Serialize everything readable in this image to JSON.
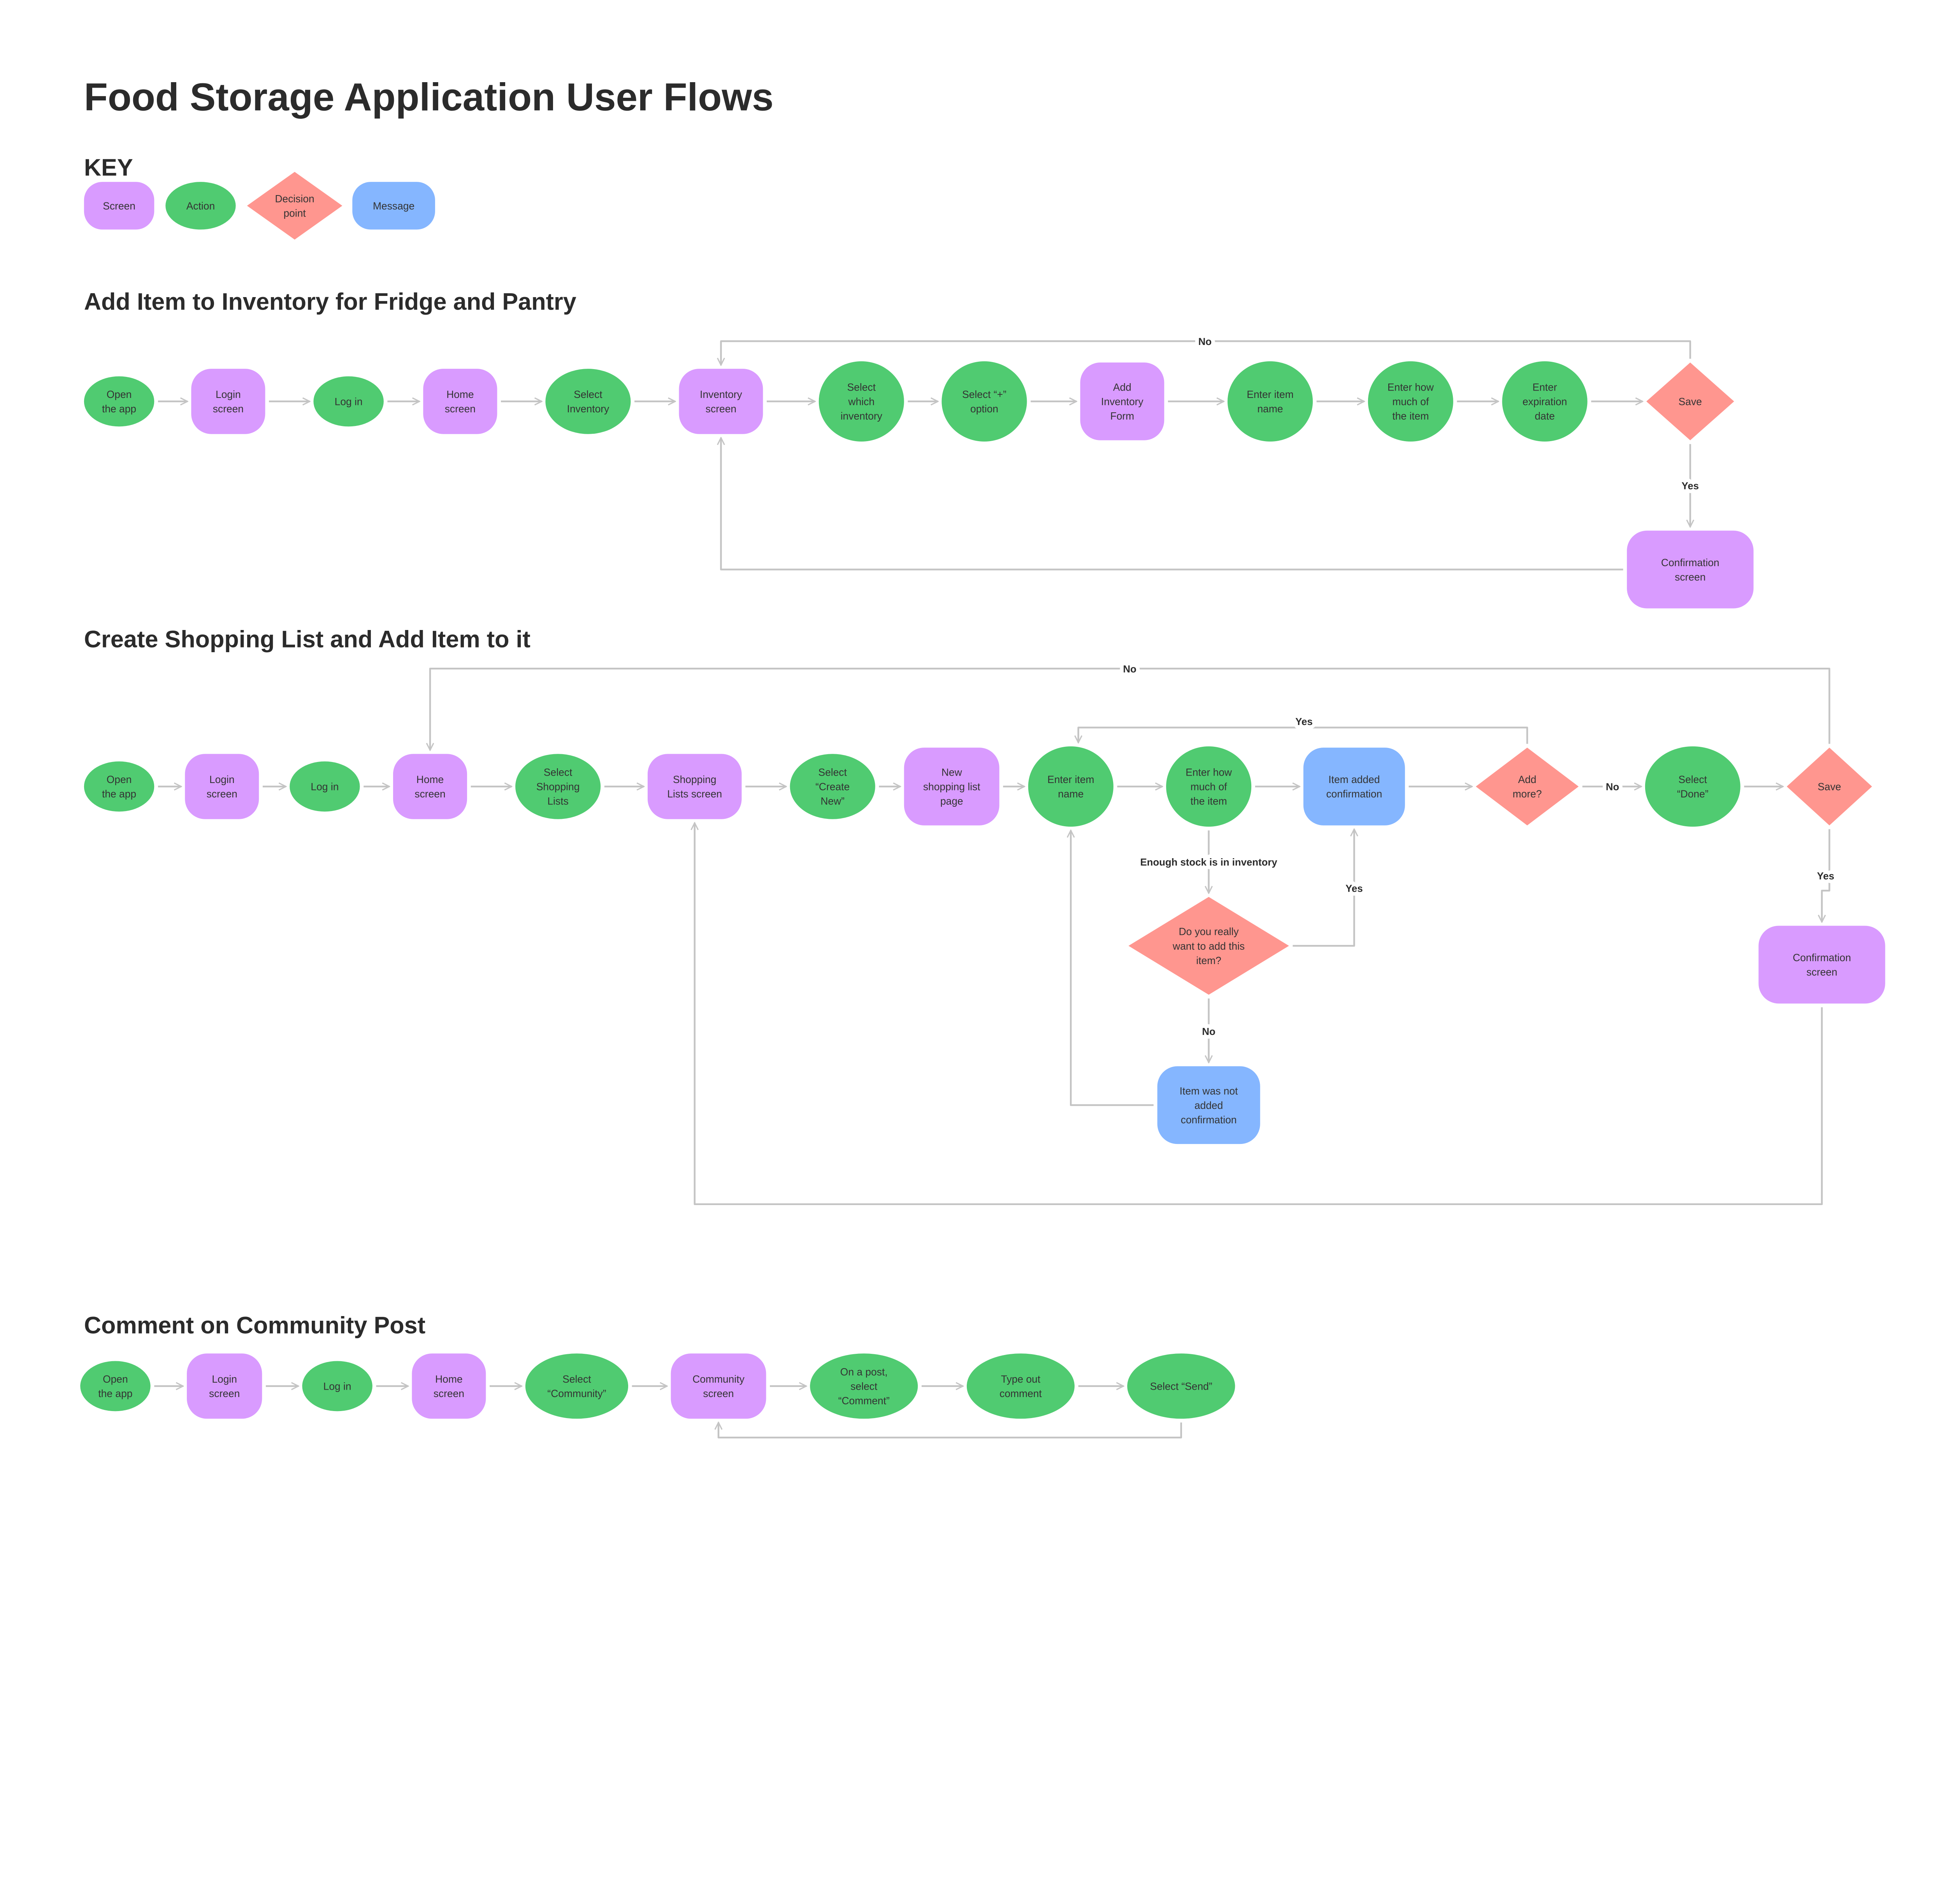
{
  "title": "Food Storage Application User Flows",
  "key": {
    "heading": "KEY",
    "items": [
      {
        "id": "k1",
        "type": "screen",
        "lines": [
          "Screen"
        ]
      },
      {
        "id": "k2",
        "type": "action",
        "lines": [
          "Action"
        ]
      },
      {
        "id": "k3",
        "type": "decision",
        "lines": [
          "Decision",
          "point"
        ]
      },
      {
        "id": "k4",
        "type": "message",
        "lines": [
          "Message"
        ]
      }
    ]
  },
  "colors": {
    "screen": "#D99BFF",
    "action": "#50CB71",
    "decision": "#FF968F",
    "message": "#85B6FF",
    "connector": "#C4C4C4",
    "text": "#333333"
  },
  "flows": [
    {
      "title": "Add Item to Inventory for Fridge and Pantry",
      "nodes": [
        {
          "id": "a1",
          "type": "action",
          "lines": [
            "Open",
            "the app"
          ]
        },
        {
          "id": "a2",
          "type": "screen",
          "lines": [
            "Login",
            "screen"
          ]
        },
        {
          "id": "a3",
          "type": "action",
          "lines": [
            "Log in"
          ]
        },
        {
          "id": "a4",
          "type": "screen",
          "lines": [
            "Home",
            "screen"
          ]
        },
        {
          "id": "a5",
          "type": "action",
          "lines": [
            "Select",
            "Inventory"
          ]
        },
        {
          "id": "a6",
          "type": "screen",
          "lines": [
            "Inventory",
            "screen"
          ]
        },
        {
          "id": "a7",
          "type": "action",
          "lines": [
            "Select",
            "which",
            "inventory"
          ]
        },
        {
          "id": "a8",
          "type": "action",
          "lines": [
            "Select “+”",
            "option"
          ]
        },
        {
          "id": "a9",
          "type": "screen",
          "lines": [
            "Add",
            "Inventory",
            "Form"
          ]
        },
        {
          "id": "a10",
          "type": "action",
          "lines": [
            "Enter item",
            "name"
          ]
        },
        {
          "id": "a11",
          "type": "action",
          "lines": [
            "Enter how",
            "much of",
            "the item"
          ]
        },
        {
          "id": "a12",
          "type": "action",
          "lines": [
            "Enter",
            "expiration",
            "date"
          ]
        },
        {
          "id": "a13",
          "type": "decision",
          "lines": [
            "Save"
          ]
        },
        {
          "id": "a14",
          "type": "screen",
          "lines": [
            "Confirmation",
            "screen"
          ]
        }
      ],
      "edge_labels": {
        "no": "No",
        "yes": "Yes"
      }
    },
    {
      "title": "Create Shopping List and Add Item to it",
      "nodes": [
        {
          "id": "b1",
          "type": "action",
          "lines": [
            "Open",
            "the app"
          ]
        },
        {
          "id": "b2",
          "type": "screen",
          "lines": [
            "Login",
            "screen"
          ]
        },
        {
          "id": "b3",
          "type": "action",
          "lines": [
            "Log in"
          ]
        },
        {
          "id": "b4",
          "type": "screen",
          "lines": [
            "Home",
            "screen"
          ]
        },
        {
          "id": "b5",
          "type": "action",
          "lines": [
            "Select",
            "Shopping",
            "Lists"
          ]
        },
        {
          "id": "b6",
          "type": "screen",
          "lines": [
            "Shopping",
            "Lists screen"
          ]
        },
        {
          "id": "b7",
          "type": "action",
          "lines": [
            "Select",
            "“Create",
            "New”"
          ]
        },
        {
          "id": "b8",
          "type": "screen",
          "lines": [
            "New",
            "shopping list",
            "page"
          ]
        },
        {
          "id": "b9",
          "type": "action",
          "lines": [
            "Enter item",
            "name"
          ]
        },
        {
          "id": "b10",
          "type": "action",
          "lines": [
            "Enter how",
            "much of",
            "the item"
          ]
        },
        {
          "id": "b11",
          "type": "message",
          "lines": [
            "Item added",
            "confirmation"
          ]
        },
        {
          "id": "b12",
          "type": "decision",
          "lines": [
            "Add",
            "more?"
          ]
        },
        {
          "id": "b13",
          "type": "action",
          "lines": [
            "Select",
            "“Done”"
          ]
        },
        {
          "id": "b14",
          "type": "decision",
          "lines": [
            "Save"
          ]
        },
        {
          "id": "b15",
          "type": "screen",
          "lines": [
            "Confirmation",
            "screen"
          ]
        },
        {
          "id": "b16",
          "type": "decision",
          "lines": [
            "Do you really",
            "want to add this",
            "item?"
          ]
        },
        {
          "id": "b17",
          "type": "message",
          "lines": [
            "Item was not",
            "added",
            "confirmation"
          ]
        }
      ],
      "edge_labels": {
        "save_no": "No",
        "addmore_yes": "Yes",
        "addmore_no": "No",
        "save_yes": "Yes",
        "stock": "Enough stock is in inventory",
        "really_yes": "Yes",
        "really_no": "No"
      }
    },
    {
      "title": "Comment on Community Post",
      "nodes": [
        {
          "id": "c1",
          "type": "action",
          "lines": [
            "Open",
            "the app"
          ]
        },
        {
          "id": "c2",
          "type": "screen",
          "lines": [
            "Login",
            "screen"
          ]
        },
        {
          "id": "c3",
          "type": "action",
          "lines": [
            "Log in"
          ]
        },
        {
          "id": "c4",
          "type": "screen",
          "lines": [
            "Home",
            "screen"
          ]
        },
        {
          "id": "c5",
          "type": "action",
          "lines": [
            "Select",
            "“Community”"
          ]
        },
        {
          "id": "c6",
          "type": "screen",
          "lines": [
            "Community",
            "screen"
          ]
        },
        {
          "id": "c7",
          "type": "action",
          "lines": [
            "On a post,",
            "select",
            "“Comment”"
          ]
        },
        {
          "id": "c8",
          "type": "action",
          "lines": [
            "Type out",
            "comment"
          ]
        },
        {
          "id": "c9",
          "type": "action",
          "lines": [
            "Select “Send”"
          ]
        }
      ],
      "edge_labels": {}
    }
  ]
}
